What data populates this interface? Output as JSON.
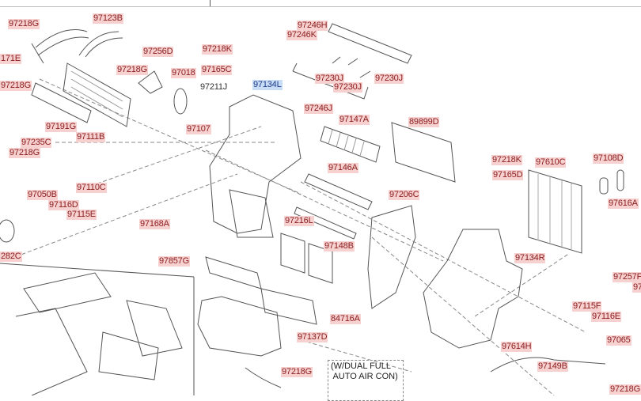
{
  "diagram": {
    "title": "Heater & Air Conditioner Unit - Exploded Parts Diagram",
    "selected_part": "97134L",
    "note": "(W/DUAL FULL\n AUTO AIR CON)",
    "labels": [
      {
        "id": "97218G_a",
        "text": "97218G"
      },
      {
        "id": "97123B",
        "text": "97123B"
      },
      {
        "id": "97171E",
        "text": "171E"
      },
      {
        "id": "97218G_b",
        "text": "97218G"
      },
      {
        "id": "97256D",
        "text": "97256D"
      },
      {
        "id": "97218G_c",
        "text": "97218G"
      },
      {
        "id": "97018",
        "text": "97018"
      },
      {
        "id": "97191G",
        "text": "97191G"
      },
      {
        "id": "97107",
        "text": "97107"
      },
      {
        "id": "97211J",
        "text": "97211J"
      },
      {
        "id": "97218K_a",
        "text": "97218K"
      },
      {
        "id": "97165C",
        "text": "97165C"
      },
      {
        "id": "97134L",
        "text": "97134L"
      },
      {
        "id": "97246H",
        "text": "97246H"
      },
      {
        "id": "97246K",
        "text": "97246K"
      },
      {
        "id": "97230J_a",
        "text": "97230J"
      },
      {
        "id": "97230J_b",
        "text": "97230J"
      },
      {
        "id": "97230J_c",
        "text": "97230J"
      },
      {
        "id": "97246J",
        "text": "97246J"
      },
      {
        "id": "97147A",
        "text": "97147A"
      },
      {
        "id": "89899D",
        "text": "89899D"
      },
      {
        "id": "97235C",
        "text": "97235C"
      },
      {
        "id": "97111B",
        "text": "97111B"
      },
      {
        "id": "97218G_d",
        "text": "97218G"
      },
      {
        "id": "97050B",
        "text": "97050B"
      },
      {
        "id": "97110C",
        "text": "97110C"
      },
      {
        "id": "97116D",
        "text": "97116D"
      },
      {
        "id": "97115E",
        "text": "97115E"
      },
      {
        "id": "97168A",
        "text": "97168A"
      },
      {
        "id": "97282C",
        "text": "282C"
      },
      {
        "id": "97146A",
        "text": "97146A"
      },
      {
        "id": "97216L",
        "text": "97216L"
      },
      {
        "id": "97148B",
        "text": "97148B"
      },
      {
        "id": "97206C",
        "text": "97206C"
      },
      {
        "id": "97218K_b",
        "text": "97218K"
      },
      {
        "id": "97165D",
        "text": "97165D"
      },
      {
        "id": "97610C",
        "text": "97610C"
      },
      {
        "id": "97108D",
        "text": "97108D"
      },
      {
        "id": "97616A",
        "text": "97616A"
      },
      {
        "id": "97857G",
        "text": "97857G"
      },
      {
        "id": "97134R",
        "text": "97134R"
      },
      {
        "id": "97257F",
        "text": "97257F"
      },
      {
        "id": "97xxx",
        "text": "97"
      },
      {
        "id": "97115F",
        "text": "97115F"
      },
      {
        "id": "97116E",
        "text": "97116E"
      },
      {
        "id": "84716A",
        "text": "84716A"
      },
      {
        "id": "97137D",
        "text": "97137D"
      },
      {
        "id": "97614H",
        "text": "97614H"
      },
      {
        "id": "97065",
        "text": "97065"
      },
      {
        "id": "97149B",
        "text": "97149B"
      },
      {
        "id": "97218G_e",
        "text": "97218G"
      },
      {
        "id": "97218G_f",
        "text": "97218G"
      }
    ]
  }
}
